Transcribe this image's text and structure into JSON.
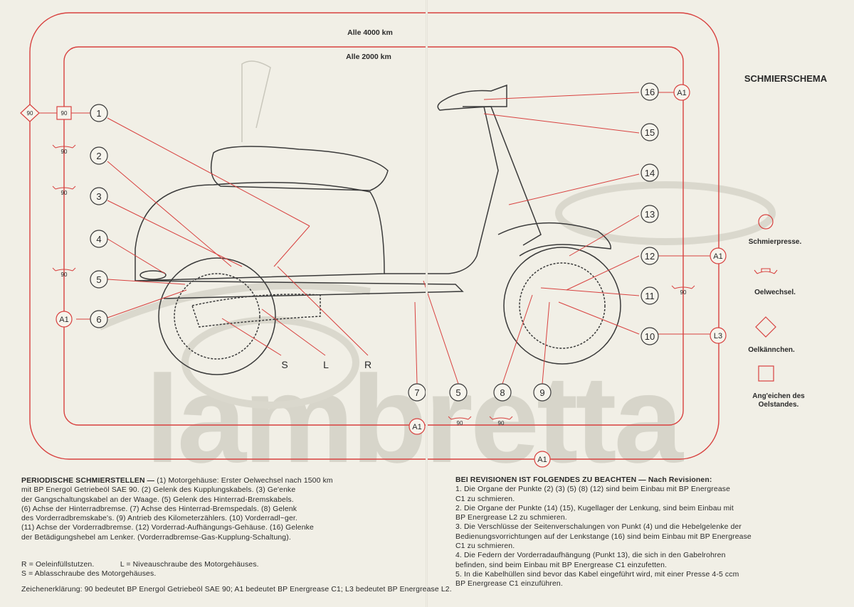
{
  "title": "SCHMIERSCHEMA",
  "interval_outer": "Alle 4000 km",
  "interval_inner": "Alle 2000 km",
  "watermark_brand": "lambretta",
  "colors": {
    "red": "#d8413f",
    "ink": "#2a2a2a",
    "paper": "#f1efe6",
    "watermark": "#d3d1c6"
  },
  "markers": {
    "circle_numbers": [
      "1",
      "2",
      "3",
      "4",
      "5",
      "6",
      "7",
      "5",
      "8",
      "9",
      "10",
      "11",
      "12",
      "13",
      "14",
      "15",
      "16"
    ],
    "grease_a1": "A1",
    "grease_l3": "L3",
    "oil_90": "90",
    "letters": [
      "S",
      "L",
      "R"
    ]
  },
  "legend": [
    {
      "icon": "circle-icon",
      "label": "Schmierpresse."
    },
    {
      "icon": "oil-change-icon",
      "label": "Oelwechsel."
    },
    {
      "icon": "diamond-icon",
      "label": "Oelkännchen."
    },
    {
      "icon": "square-icon",
      "label_line1": "Ang'eichen des",
      "label_line2": "Oelstandes."
    }
  ],
  "left_text": {
    "heading": "PERIODISCHE SCHMIERSTELLEN —",
    "lines": [
      "(1) Motorgehäuse: Erster Oelwechsel nach 1500 km",
      "mit BP Energol Getriebeöl SAE 90. (2) Gelenk des Kupplungskabels. (3) Ge'enke",
      "der Gangschaltungskabel an der Waage. (5) Gelenk des Hinterrad-Bremskabels.",
      "(6) Achse der Hinterradbremse. (7) Achse des Hinterrad-Bremspedals. (8) Gelenk",
      "des Vorderradbremskabe's. (9) Antrieb des Kilometerzählers. (10) Vorderradl~ger.",
      "(11) Achse der Vorderradbremse. (12) Vorderrad-Aufhängungs-Gehäuse. (16) Gelenke",
      "der Betädigungshebel am Lenker. (Vorderradbremse-Gas-Kupplung-Schaltung)."
    ]
  },
  "legend_text": {
    "r": "R = Oeleinfüllstutzen.",
    "l": "L = Niveauschraube des Motorgehäuses.",
    "s": "S = Ablasschraube des Motorgehäuses."
  },
  "footer": "Zeichenerklärung: 90 bedeutet BP Energol Getriebeöl SAE 90; A1 bedeutet BP Energrease C1; L3 bedeutet BP Energrease L2.",
  "right_text": {
    "heading": "BEI REVISIONEN IST FOLGENDES ZU BEACHTEN — Nach Revisionen:",
    "lines": [
      "1. Die Organe der Punkte (2) (3) (5) (8) (12) sind beim Einbau mit BP Energrease",
      "C1 zu schmieren.",
      "2. Die Organe der Punkte (14) (15), Kugellager der Lenkung, sind beim Einbau mit",
      "BP Energrease L2 zu schmieren.",
      "3. Die Verschlüsse der Seitenverschalungen von Punkt (4) und die Hebelgelenke der",
      "Bedienungsvorrichtungen auf der Lenkstange (16) sind beim Einbau mit BP Energrease",
      "C1 zu schmieren.",
      "4. Die Federn der Vorderradaufhängung (Punkt 13), die sich in den Gabelrohren",
      "befinden, sind beim Einbau mit BP Energrease C1 einzufetten.",
      "5. In die Kabelhüllen sind bevor das Kabel eingeführt wird, mit einer Presse 4-5 ccm",
      "BP Energrease C1 einzuführen."
    ]
  }
}
